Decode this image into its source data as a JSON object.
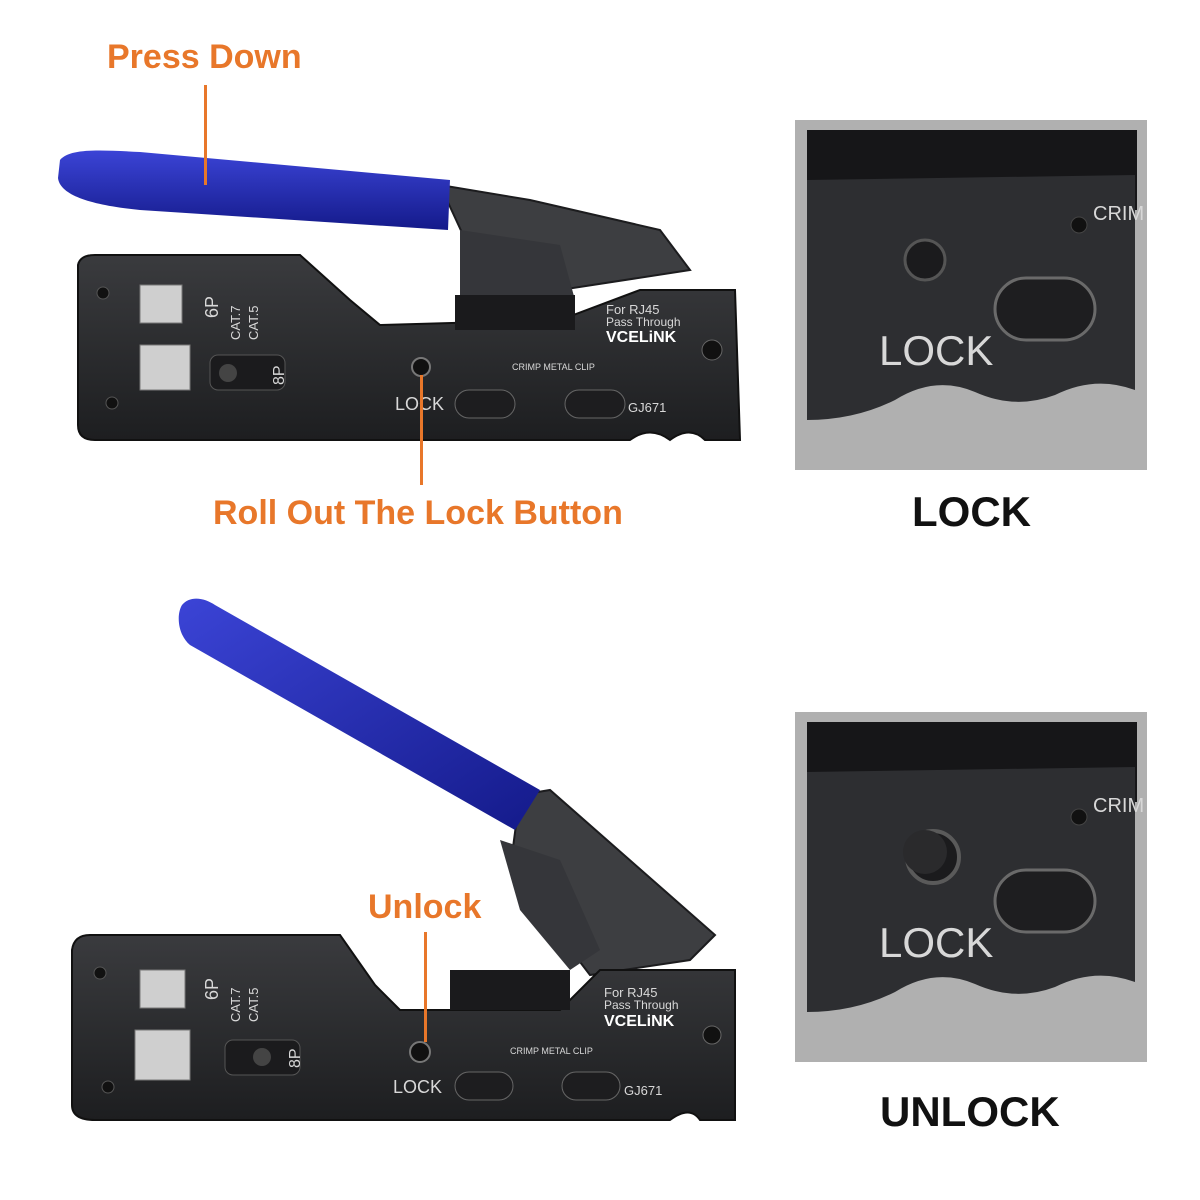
{
  "callouts": {
    "press_down": "Press Down",
    "roll_out": "Roll Out The Lock Button",
    "unlock": "Unlock"
  },
  "captions": {
    "lock": "LOCK",
    "unlock": "UNLOCK"
  },
  "tool_labels": {
    "brand": "VCELiNK",
    "for_rj45": "For RJ45",
    "pass_through": "Pass Through",
    "lock": "LOCK",
    "crimp_metal_clip": "CRIMP METAL CLIP",
    "model": "GJ671",
    "six_p": "6P",
    "eight_p": "8P",
    "cat7": "CAT.7",
    "cat5": "CAT.5"
  },
  "inset_labels": {
    "lock": "LOCK",
    "crimp": "CRIM"
  },
  "colors": {
    "accent_orange": "#e8772a",
    "handle_blue": "#1f27b8",
    "tool_body": "#2a2b2d",
    "inset_border": "#b0b0b0"
  }
}
